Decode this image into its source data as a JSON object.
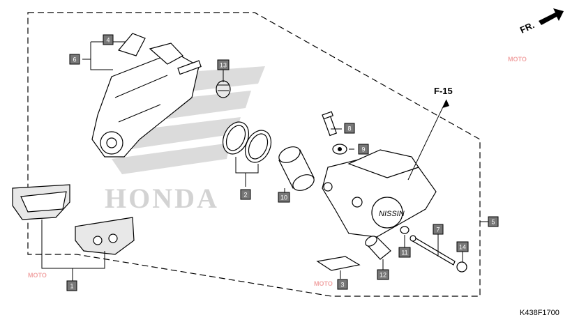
{
  "callouts": [
    {
      "num": "1"
    },
    {
      "num": "2"
    },
    {
      "num": "3"
    },
    {
      "num": "4"
    },
    {
      "num": "5"
    },
    {
      "num": "6"
    },
    {
      "num": "7"
    },
    {
      "num": "8"
    },
    {
      "num": "9"
    },
    {
      "num": "10"
    },
    {
      "num": "11"
    },
    {
      "num": "12"
    },
    {
      "num": "13"
    },
    {
      "num": "14"
    }
  ],
  "reference": "F-15",
  "direction_label": "FR.",
  "brand_watermark": "HONDA",
  "caliper_mark": "NISSIN",
  "diagram_code": "K438F1700",
  "watermark_text": "MOTO"
}
